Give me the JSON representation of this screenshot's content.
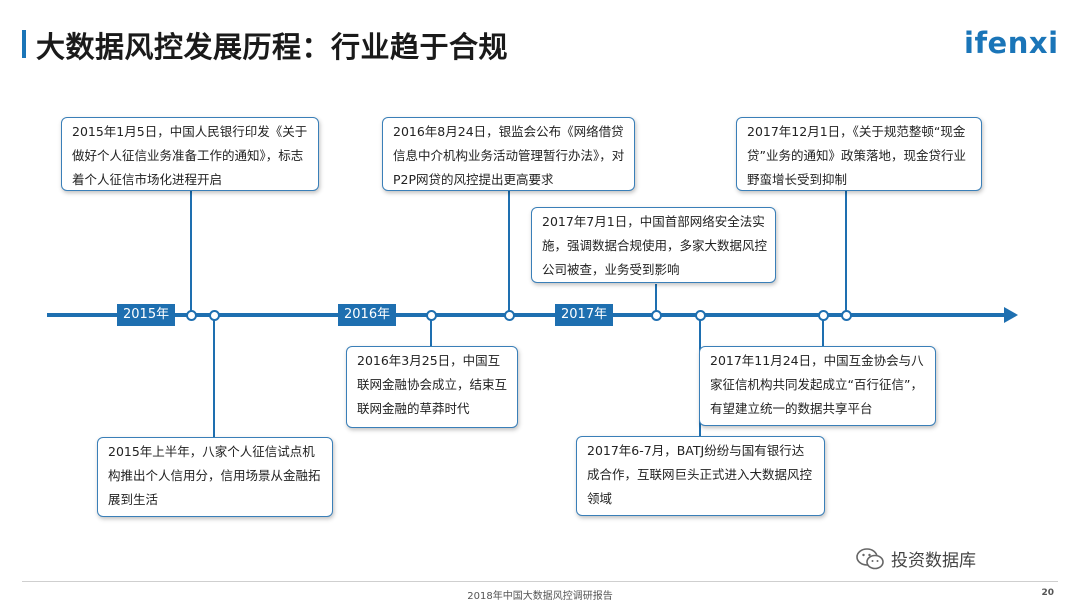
{
  "header": {
    "title": "大数据风控发展历程：行业趋于合规",
    "logo_text": "ifenxi"
  },
  "timeline": {
    "years": [
      "2015年",
      "2016年",
      "2017年"
    ],
    "events": [
      {
        "id": "e1",
        "text": "2015年1月5日，中国人民银行印发《关于做好个人征信业务准备工作的通知》，标志着个人征信市场化进程开启"
      },
      {
        "id": "e2",
        "text": "2015年上半年，八家个人征信试点机构推出个人信用分，信用场景从金融拓展到生活"
      },
      {
        "id": "e3",
        "text": "2016年3月25日，中国互联网金融协会成立，结束互联网金融的草莽时代"
      },
      {
        "id": "e4",
        "text": "2016年8月24日，银监会公布《网络借贷信息中介机构业务活动管理暂行办法》，对P2P网贷的风控提出更高要求"
      },
      {
        "id": "e5",
        "text": "2017年7月1日，中国首部网络安全法实施，强调数据合规使用，多家大数据风控公司被查，业务受到影响"
      },
      {
        "id": "e6",
        "text": "2017年6-7月，BATJ纷纷与国有银行达成合作，互联网巨头正式进入大数据风控领域"
      },
      {
        "id": "e7",
        "text": "2017年11月24日，中国互金协会与八家征信机构共同发起成立“百行征信”，有望建立统一的数据共享平台"
      },
      {
        "id": "e8",
        "text": "2017年12月1日，《关于规范整顿“现金贷”业务的通知》政策落地，现金贷行业野蛮增长受到抑制"
      }
    ]
  },
  "footer": {
    "text": "2018年中国大数据风控调研报告",
    "page": "20",
    "wechat": "投资数据库"
  },
  "colors": {
    "accent": "#1e6fb0"
  }
}
